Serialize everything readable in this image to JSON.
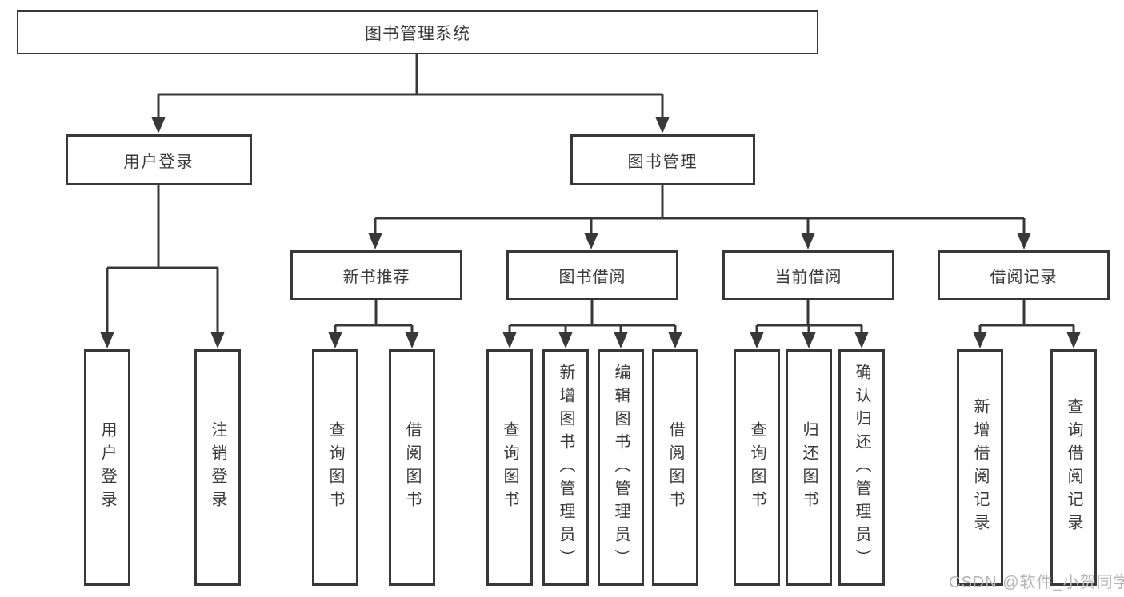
{
  "diagram": {
    "root": {
      "label": "图书管理系统",
      "children": [
        {
          "label": "用户登录",
          "children": [
            {
              "label": "用户登录"
            },
            {
              "label": "注销登录"
            }
          ]
        },
        {
          "label": "图书管理",
          "children": [
            {
              "label": "新书推荐",
              "children": [
                {
                  "label": "查询图书"
                },
                {
                  "label": "借阅图书"
                }
              ]
            },
            {
              "label": "图书借阅",
              "children": [
                {
                  "label": "查询图书"
                },
                {
                  "label": "新增图书（管理员）"
                },
                {
                  "label": "编辑图书（管理员）"
                },
                {
                  "label": "借阅图书"
                }
              ]
            },
            {
              "label": "当前借阅",
              "children": [
                {
                  "label": "查询图书"
                },
                {
                  "label": "归还图书"
                },
                {
                  "label": "确认归还（管理员）"
                }
              ]
            },
            {
              "label": "借阅记录",
              "children": [
                {
                  "label": "新增借阅记录"
                },
                {
                  "label": "查询借阅记录"
                }
              ]
            }
          ]
        }
      ]
    }
  },
  "watermark": {
    "text": "CSDN @软件_小贺同学"
  },
  "colors": {
    "line": "#383838",
    "text": "#3a3a3a",
    "watermark": "#b6b6b6",
    "background": "#ffffff"
  }
}
